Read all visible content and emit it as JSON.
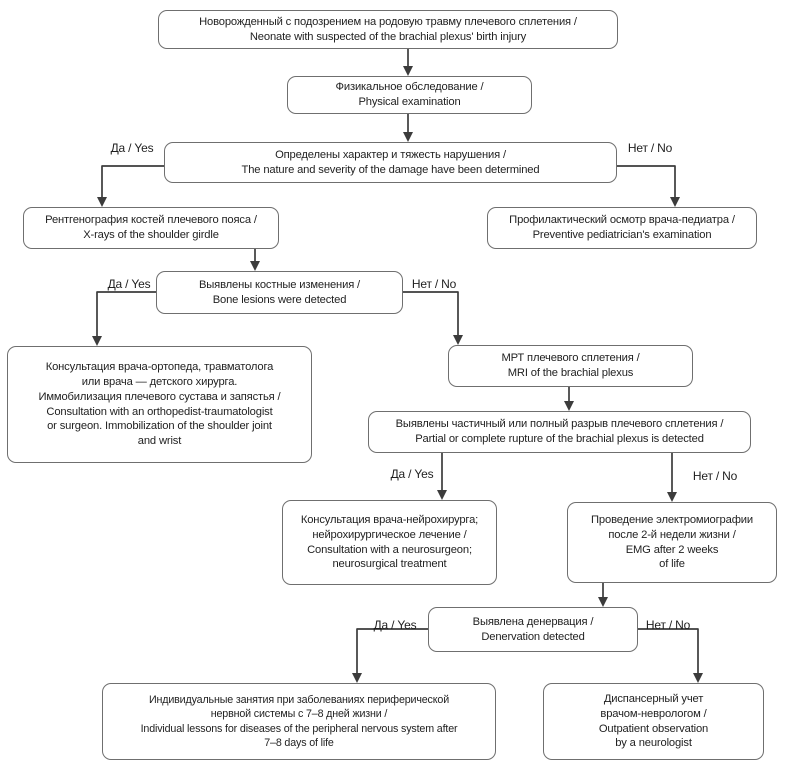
{
  "diagram": {
    "labels": {
      "yes": "Да / Yes",
      "no": "Нет / No"
    },
    "nodes": {
      "start": {
        "text": "Новорожденный с подозрением на родовую травму плечевого сплетения /\nNeonate with suspected of the brachial plexus' birth injury"
      },
      "physical_exam": {
        "text": "Физикальное обследование /\nPhysical examination"
      },
      "damage_determined": {
        "text": "Определены характер и тяжесть нарушения /\nThe nature and severity of the damage have been determined"
      },
      "xray": {
        "text": "Рентгенография костей плечевого пояса /\nX-rays of the shoulder girdle"
      },
      "pediatrician": {
        "text": "Профилактический осмотр врача-педиатра /\nPreventive pediatrician's examination"
      },
      "bone_lesions": {
        "text": "Выявлены костные изменения /\nBone lesions were detected"
      },
      "orthopedist": {
        "text": "Консультация врача-ортопеда, травматолога\nили врача — детского хирурга.\nИммобилизация плечевого сустава и запястья /\nConsultation with an orthopedist-traumatologist\nor surgeon. Immobilization of the shoulder joint\nand wrist"
      },
      "mri": {
        "text": "МРТ плечевого сплетения /\nMRI of the brachial plexus"
      },
      "rupture": {
        "text": "Выявлены частичный или полный разрыв плечевого сплетения /\nPartial or complete rupture of the brachial plexus is detected"
      },
      "neurosurgeon": {
        "text": "Консультация врача-нейрохирурга;\nнейрохирургическое лечение /\nConsultation with a neurosurgeon;\nneurosurgical treatment"
      },
      "emg": {
        "text": "Проведение электромиографии\nпосле 2-й недели жизни /\nEMG after 2 weeks\nof life"
      },
      "denervation": {
        "text": "Выявлена денервация /\nDenervation detected"
      },
      "lessons": {
        "text": "Индивидуальные занятия при заболеваниях периферической\nнервной системы с 7–8 дней жизни /\nIndividual lessons for diseases of the peripheral nervous system after\n7–8 days of life"
      },
      "neurologist": {
        "text": "Диспансерный учет\nврачом-неврологом /\nOutpatient observation\nby a neurologist"
      }
    },
    "colors": {
      "box_border": "#6f6f6f",
      "connector": "#3c3c3c",
      "text": "#1f1f1f",
      "background": "#ffffff"
    }
  }
}
